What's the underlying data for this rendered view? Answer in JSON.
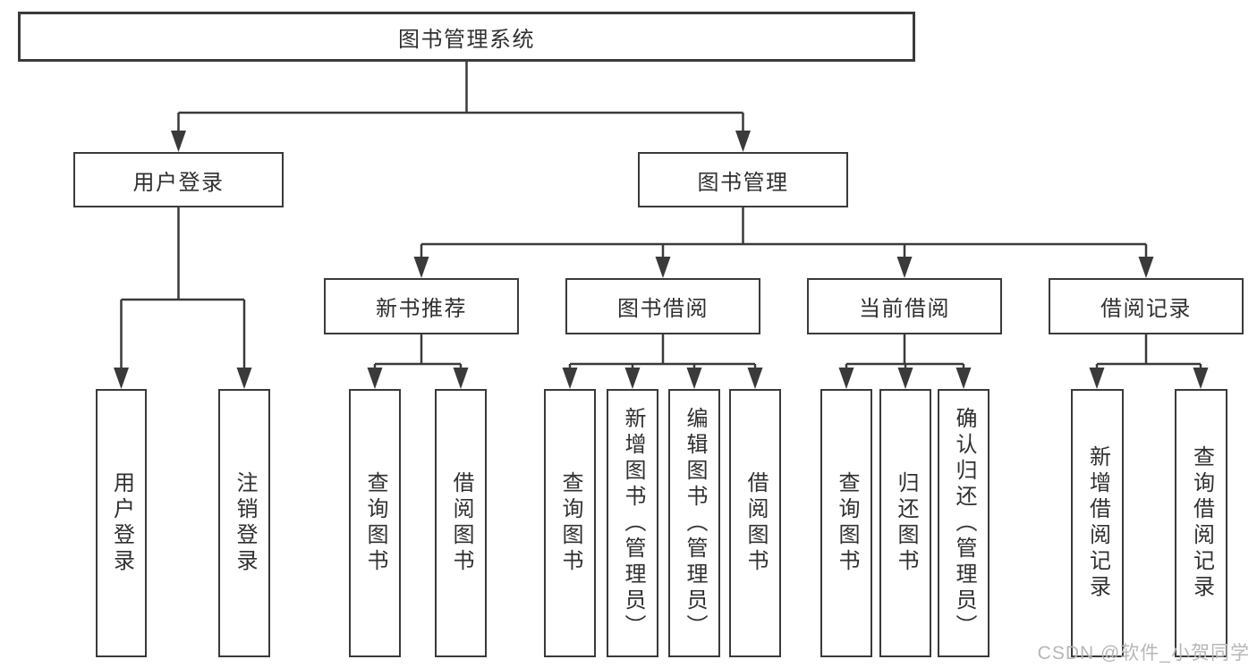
{
  "tree": {
    "label": "图书管理系统",
    "children": [
      {
        "label": "用户登录",
        "children": [
          {
            "label": "用户登录"
          },
          {
            "label": "注销登录"
          }
        ]
      },
      {
        "label": "图书管理",
        "children": [
          {
            "label": "新书推荐",
            "children": [
              {
                "label": "查询图书"
              },
              {
                "label": "借阅图书"
              }
            ]
          },
          {
            "label": "图书借阅",
            "children": [
              {
                "label": "查询图书"
              },
              {
                "label": "新增图书（管理员）"
              },
              {
                "label": "编辑图书（管理员）"
              },
              {
                "label": "借阅图书"
              }
            ]
          },
          {
            "label": "当前借阅",
            "children": [
              {
                "label": "查询图书"
              },
              {
                "label": "归还图书"
              },
              {
                "label": "确认归还（管理员）"
              }
            ]
          },
          {
            "label": "借阅记录",
            "children": [
              {
                "label": "新增借阅记录"
              },
              {
                "label": "查询借阅记录"
              }
            ]
          }
        ]
      }
    ]
  },
  "watermark": "CSDN @软件_小贺同学",
  "colors": {
    "line": "#3a3a3a",
    "text": "#303030",
    "background": "#ffffff",
    "watermark": "#b7b7b7"
  }
}
